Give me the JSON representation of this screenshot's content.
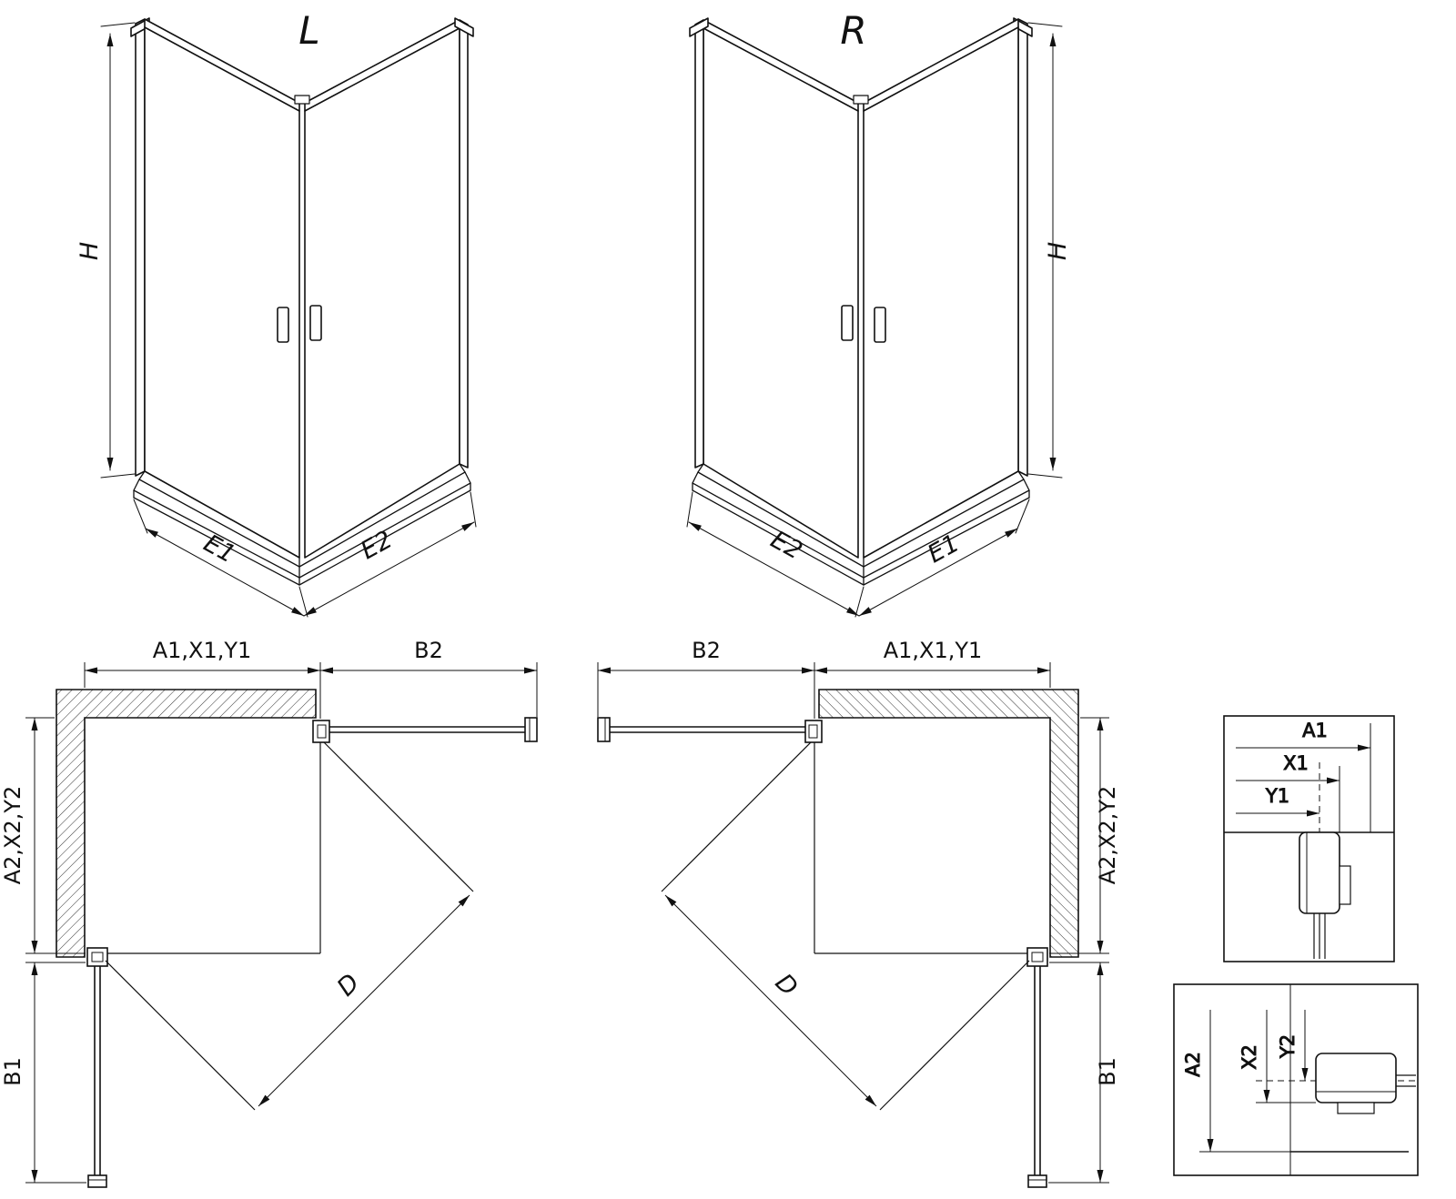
{
  "colors": {
    "line": "#111111",
    "background": "#ffffff"
  },
  "views": {
    "iso_left": {
      "title": "L",
      "height": "H",
      "bottom_left": "E1",
      "bottom_right": "E2"
    },
    "iso_right": {
      "title": "R",
      "height": "H",
      "bottom_left": "E2",
      "bottom_right": "E1"
    },
    "plan_left": {
      "wall_top": "A1,X1,Y1",
      "panel_top": "B2",
      "wall_side": "A2,X2,Y2",
      "panel_side": "B1",
      "diagonal": "D"
    },
    "plan_right": {
      "wall_top": "A1,X1,Y1",
      "panel_top": "B2",
      "wall_side": "A2,X2,Y2",
      "panel_side": "B1",
      "diagonal": "D"
    },
    "detail_top": {
      "dim1": "A1",
      "dim2": "X1",
      "dim3": "Y1"
    },
    "detail_bottom": {
      "dim1": "A2",
      "dim2": "X2",
      "dim3": "Y2"
    }
  }
}
